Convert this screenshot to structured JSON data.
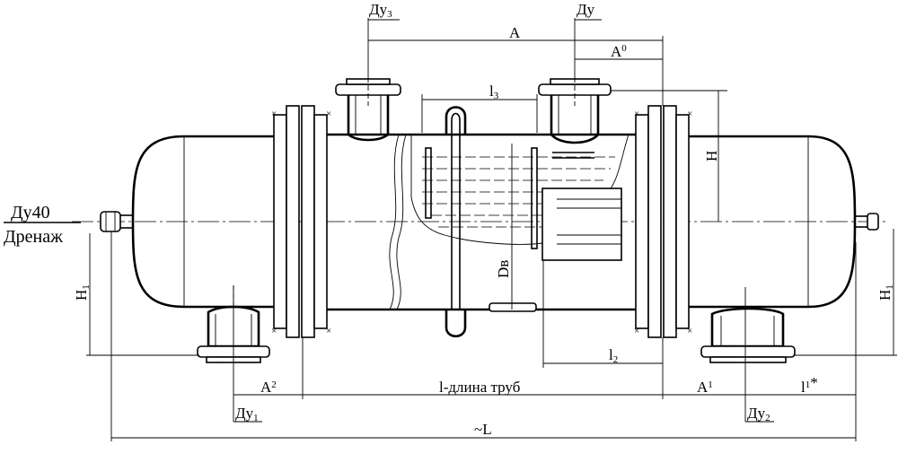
{
  "nozzles": {
    "du": "Ду",
    "du1": "Ду",
    "du1_sub": "1",
    "du2": "Ду",
    "du2_sub": "2",
    "du3": "Ду",
    "du3_sub": "3",
    "drain_size": "Ду40",
    "drain_label": "Дренаж"
  },
  "dimensions": {
    "A": "A",
    "A0": "A",
    "A0_sub": "0",
    "A1": "A",
    "A1_sub": "1",
    "A2": "A",
    "A2_sub": "2",
    "H": "H",
    "H1_left": "H",
    "H1_left_sub": "1",
    "H1_right": "H",
    "H1_right_sub": "1",
    "l2": "l",
    "l2_sub": "2",
    "l3": "l",
    "l3_sub": "3",
    "l1": "l",
    "l1_sub": "1",
    "l1_note": "*",
    "tube_length": "l-длина труб",
    "L": "~L",
    "Dv": "Dв"
  }
}
